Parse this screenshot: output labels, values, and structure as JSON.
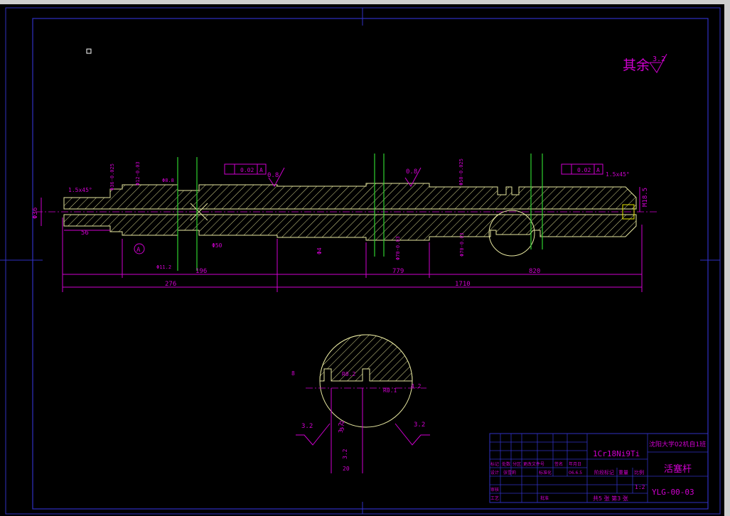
{
  "roughness_note": {
    "label": "其余",
    "value": "3.2"
  },
  "roughness_marks": [
    "0.8",
    "0.8",
    "3.2",
    "3.2",
    "3.2"
  ],
  "tolerance_frames": [
    {
      "symbol": "⌭",
      "value": "0.02",
      "datum": "A"
    },
    {
      "symbol": "⌭",
      "value": "0.02",
      "datum": "A"
    }
  ],
  "datum_label": "A",
  "chamfers": [
    "1.5x45°",
    "1.5x45°"
  ],
  "dimensions": {
    "left_dia": "Φ36",
    "right_dia": "M18.5",
    "len_56": "56",
    "len_196": "196",
    "len_276": "276",
    "len_1710": "1710",
    "len_779": "779",
    "len_820": "820",
    "len_50": "Φ50",
    "dia_4": "Φ4",
    "w_8_8": "Φ8.8",
    "w_11_2": "Φ11.2",
    "v1": "Φ36-0.025",
    "v2": "Φ12-0.03",
    "v3": "Φ70-0.03",
    "v4": "Φ50-0.025",
    "v5": "Φ70-0.03"
  },
  "section_dims": {
    "d8": "8",
    "r02": "R0.2",
    "r01": "R0.1",
    "d42": "4.2",
    "d20": "20",
    "d32": "3.2",
    "d32b": "3.2"
  },
  "title_block": {
    "material": "1Cr18Ni9Ti",
    "school": "沈阳大学02机自1班",
    "part_name": "活塞杆",
    "drawing_no": "YLG-00-03",
    "scale": "1:2",
    "sheet_info": "共5 张 第3 张",
    "stage": "阶段标记",
    "weight": "重量",
    "ratio": "比例",
    "row1": [
      "标记",
      "处数",
      "分区",
      "更改文件号",
      "签名",
      "年月日"
    ],
    "designer_label": "设计",
    "designer": "张雪莉",
    "std_label": "标准化",
    "date": "06.6.5",
    "review_label": "审核",
    "process_label": "工艺",
    "approve_label": "批准"
  }
}
